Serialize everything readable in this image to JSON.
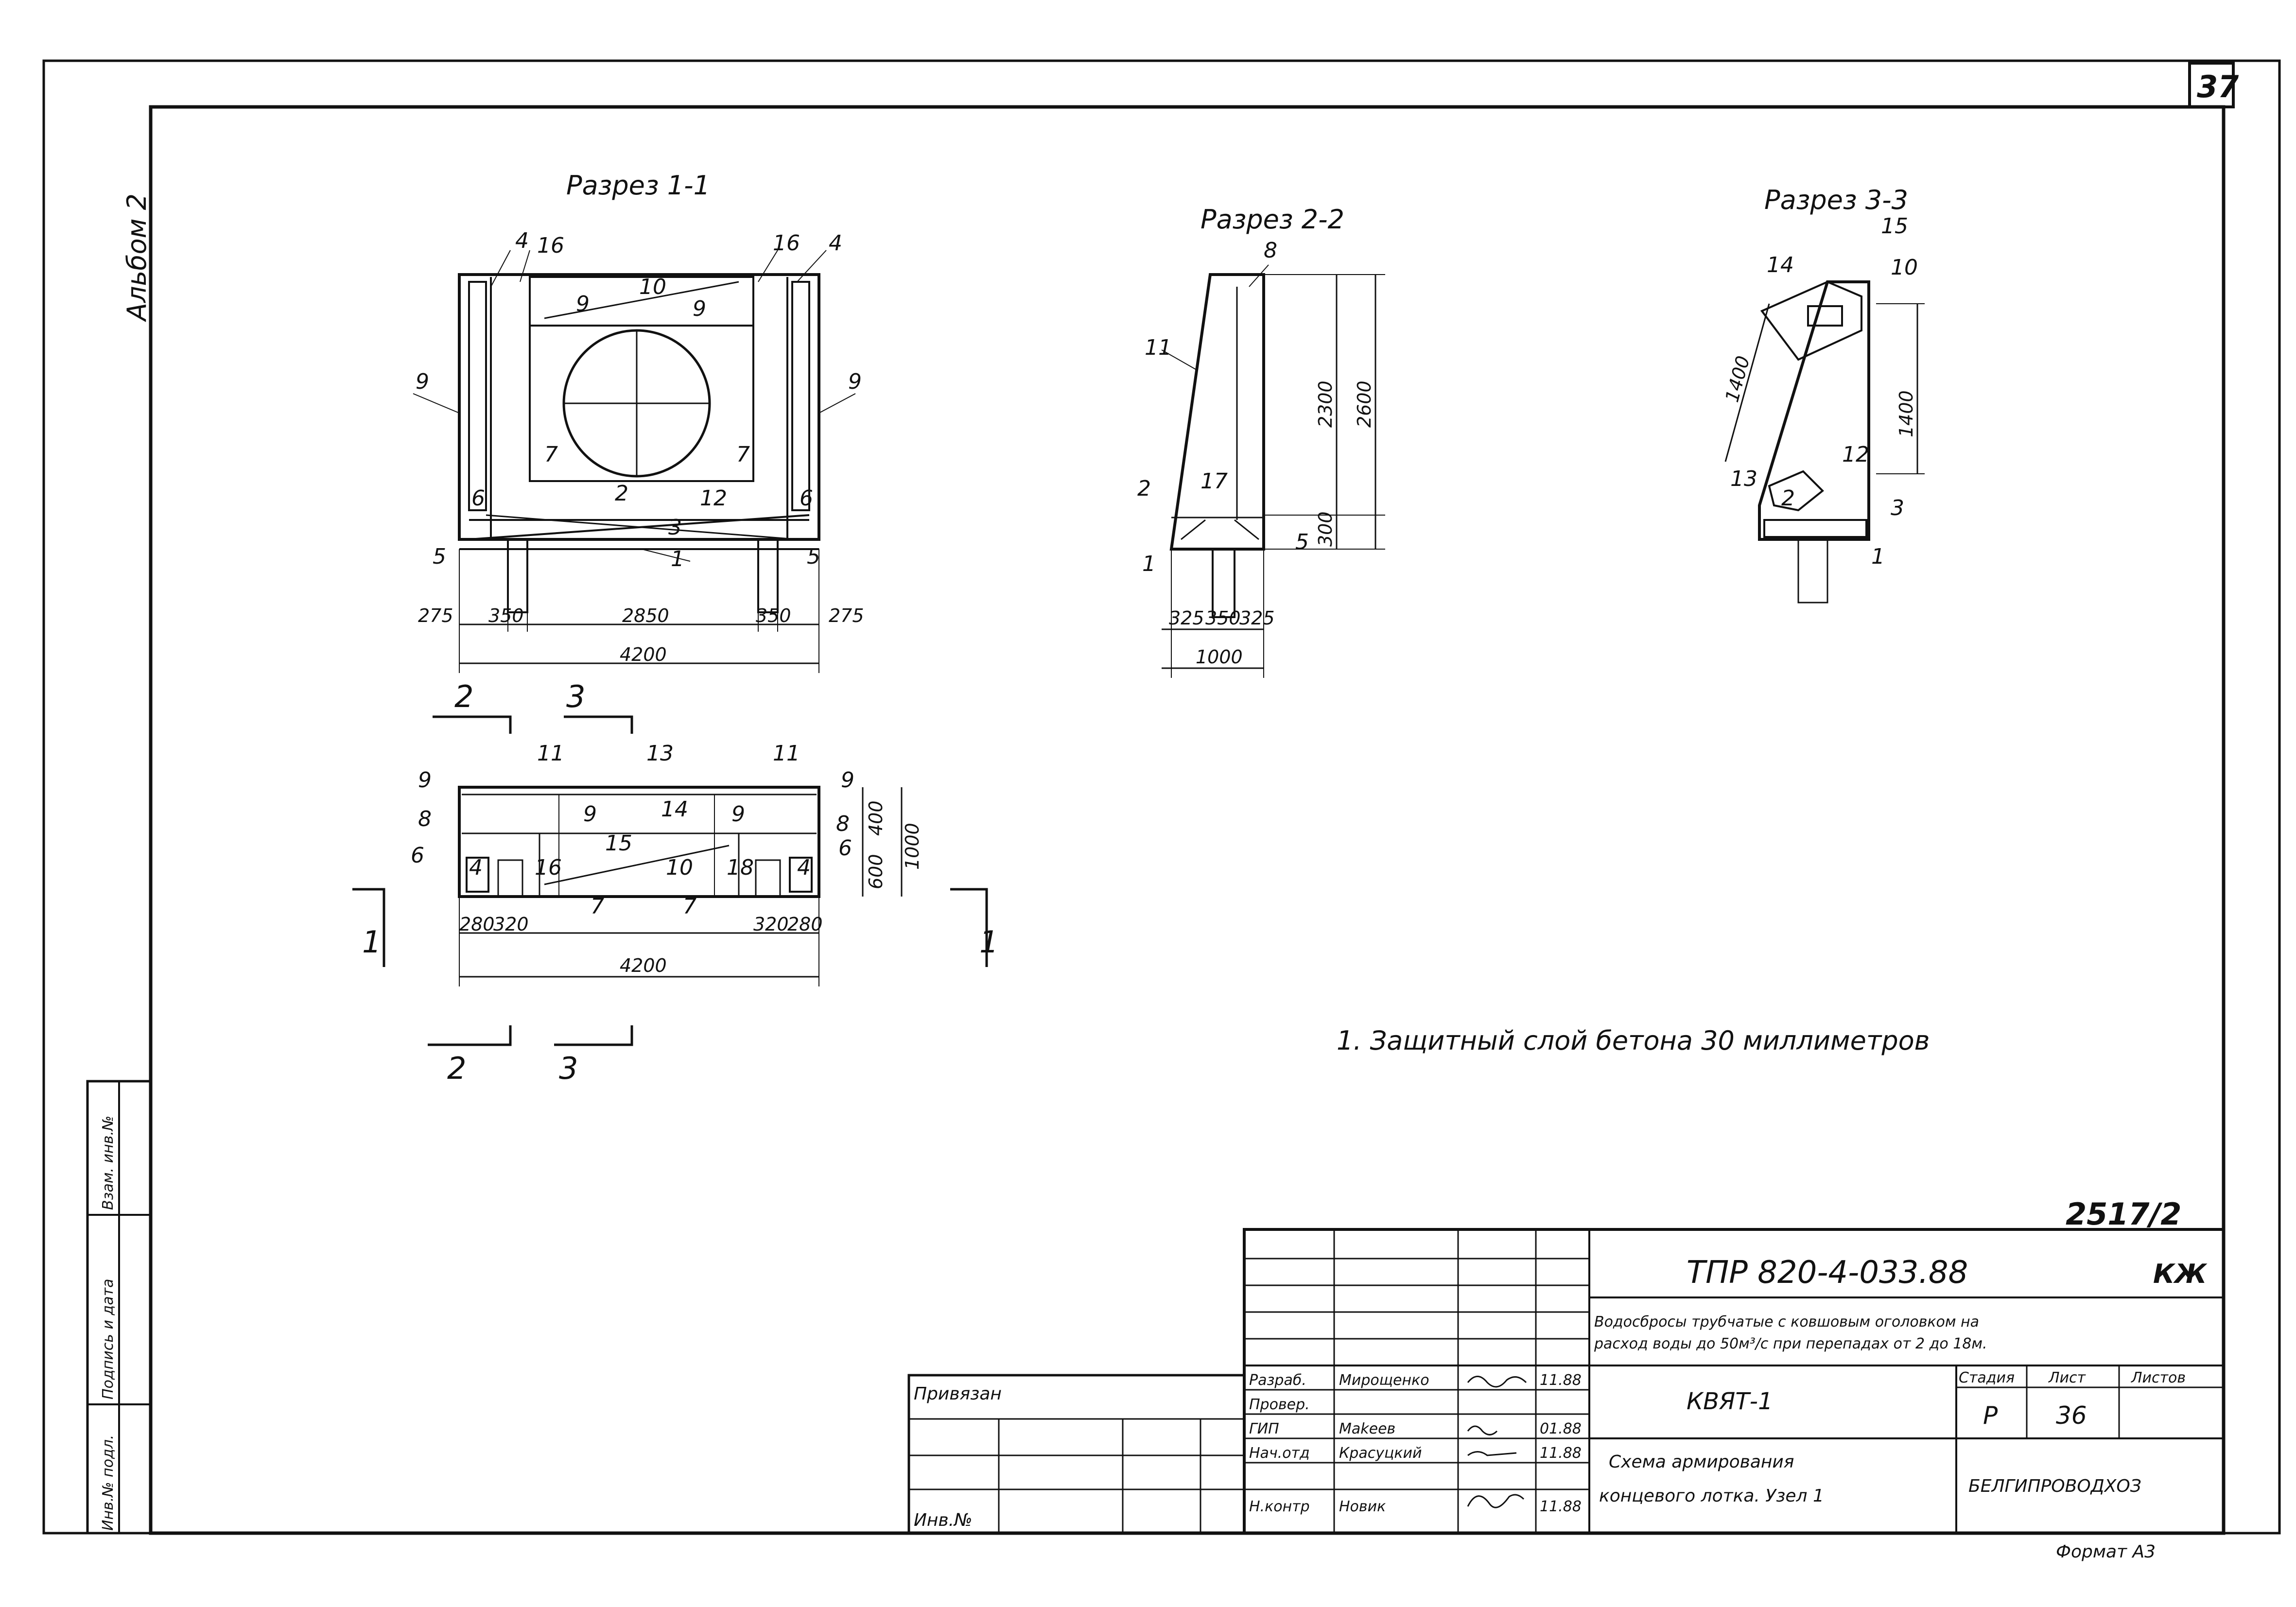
{
  "sheet_number": "37",
  "side_label": "Альбом 2",
  "sections": {
    "s11_title": "Разрез 1-1",
    "s22_title": "Разрез 2-2",
    "s33_title": "Разрез 3-3"
  },
  "section_view": {
    "callouts": [
      "4",
      "16",
      "10",
      "16",
      "4",
      "9",
      "9",
      "9",
      "9",
      "7",
      "7",
      "6",
      "6",
      "2",
      "12",
      "3",
      "5",
      "5",
      "1"
    ],
    "dims": [
      "275",
      "350",
      "2850",
      "350",
      "275",
      "4200"
    ]
  },
  "plan_view": {
    "callouts": [
      "11",
      "13",
      "11",
      "9",
      "9",
      "14",
      "9",
      "9",
      "8",
      "8",
      "15",
      "10",
      "6",
      "4",
      "16",
      "18",
      "4",
      "6",
      "7",
      "7"
    ],
    "dims_bottom": [
      "280",
      "320",
      "320",
      "280",
      "4200"
    ],
    "dims_right": [
      "400",
      "600",
      "1000"
    ],
    "cut_marks": [
      "2",
      "3",
      "1",
      "1",
      "2",
      "3"
    ]
  },
  "section22": {
    "callouts": [
      "8",
      "11",
      "2",
      "17",
      "1",
      "5"
    ],
    "dims": [
      "2300",
      "2600",
      "300",
      "325",
      "350",
      "325",
      "1000"
    ]
  },
  "section33": {
    "callouts": [
      "15",
      "14",
      "10",
      "12",
      "13",
      "2",
      "3",
      "1"
    ],
    "dims": [
      "1400",
      "1400"
    ]
  },
  "note": "1. Защитный слой бетона 30 миллиметров",
  "doc_number": "2517/2",
  "title_block": {
    "code": "ТПР 820-4-033.88",
    "mark": "КЖ",
    "description_1": "Водосбросы трубчатые с ковшовым оголовком на",
    "description_2": "расход воды до 50м³/с при перепадах от 2 до 18м.",
    "attached": "Привязан",
    "inv_no": "Инв.№",
    "roles": [
      "Разраб.",
      "Провер.",
      "ГИП",
      "Нач.отд",
      "Н.контр"
    ],
    "names": [
      "Мирощенко",
      "",
      "Маkеев",
      "Красуцкий",
      "Новик"
    ],
    "dates": [
      "11.88",
      "",
      "01.88",
      "11.88",
      "11.88"
    ],
    "object": "КВЯТ-1",
    "drawing_title_1": "Схема армирования",
    "drawing_title_2": "концевого лотка. Узел 1",
    "stage_header": "Стадия",
    "sheet_header": "Лист",
    "sheets_header": "Листов",
    "stage": "Р",
    "sheet": "36",
    "organization": "БЕЛГИПРОВОДХОЗ",
    "format": "Формат А3"
  },
  "left_strip": [
    "Инв.№ подл.",
    "Подпись и дата",
    "Взам. инв.№"
  ]
}
